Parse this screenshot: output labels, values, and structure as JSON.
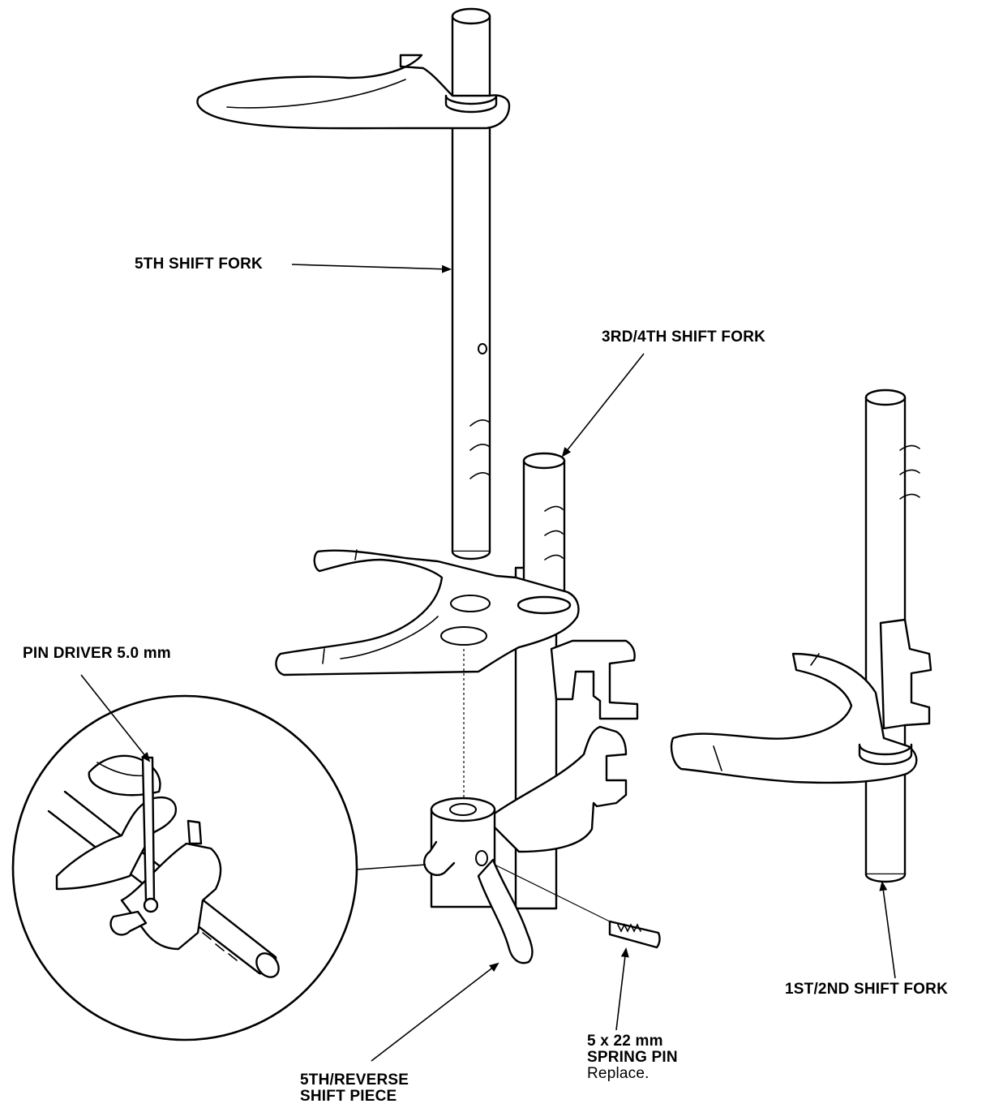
{
  "labels": {
    "fifth_shift_fork": "5TH SHIFT FORK",
    "third_fourth_shift_fork": "3RD/4TH SHIFT FORK",
    "pin_driver": "PIN DRIVER 5.0 mm",
    "first_second_shift_fork": "1ST/2ND SHIFT FORK",
    "spring_pin_size": "5 x 22 mm",
    "spring_pin_name": "SPRING PIN",
    "spring_pin_note": "Replace.",
    "reverse_piece_line1": "5TH/REVERSE",
    "reverse_piece_line2": "SHIFT PIECE"
  }
}
